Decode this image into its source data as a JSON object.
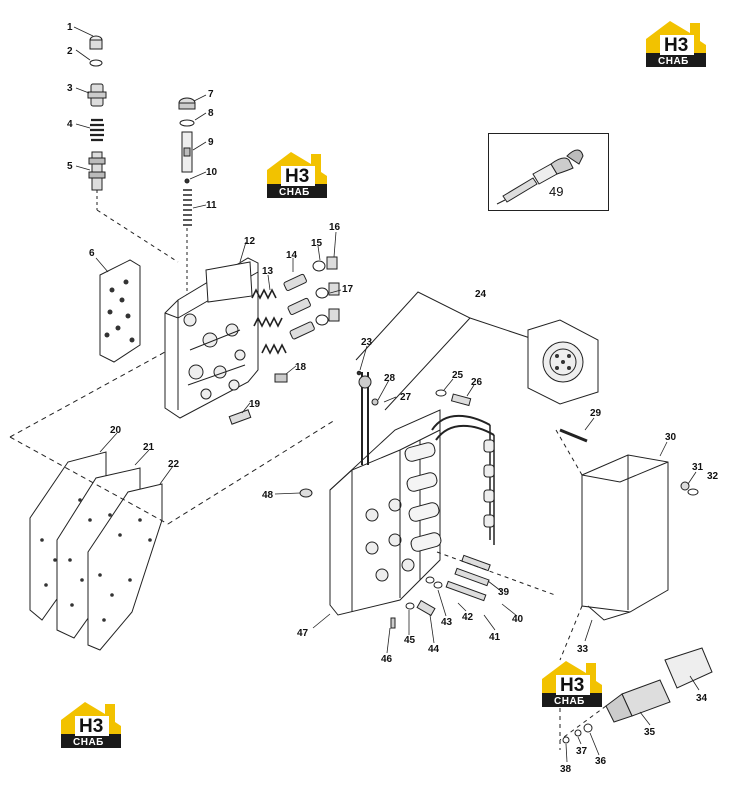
{
  "logo": {
    "main": "H3",
    "sub": "СНАБ",
    "accent": "#f2c200",
    "dark": "#1a1a1a"
  },
  "inset_label": "49",
  "callouts": [
    "1",
    "2",
    "3",
    "4",
    "5",
    "6",
    "7",
    "8",
    "9",
    "10",
    "11",
    "12",
    "13",
    "14",
    "15",
    "16",
    "17",
    "18",
    "19",
    "20",
    "21",
    "22",
    "23",
    "24",
    "25",
    "26",
    "27",
    "28",
    "29",
    "30",
    "31",
    "32",
    "33",
    "34",
    "35",
    "36",
    "37",
    "38",
    "39",
    "40",
    "41",
    "42",
    "43",
    "44",
    "45",
    "46",
    "47",
    "48"
  ],
  "colors": {
    "line": "#222222",
    "fill": "#ffffff",
    "shade": "#e6e6e6"
  }
}
